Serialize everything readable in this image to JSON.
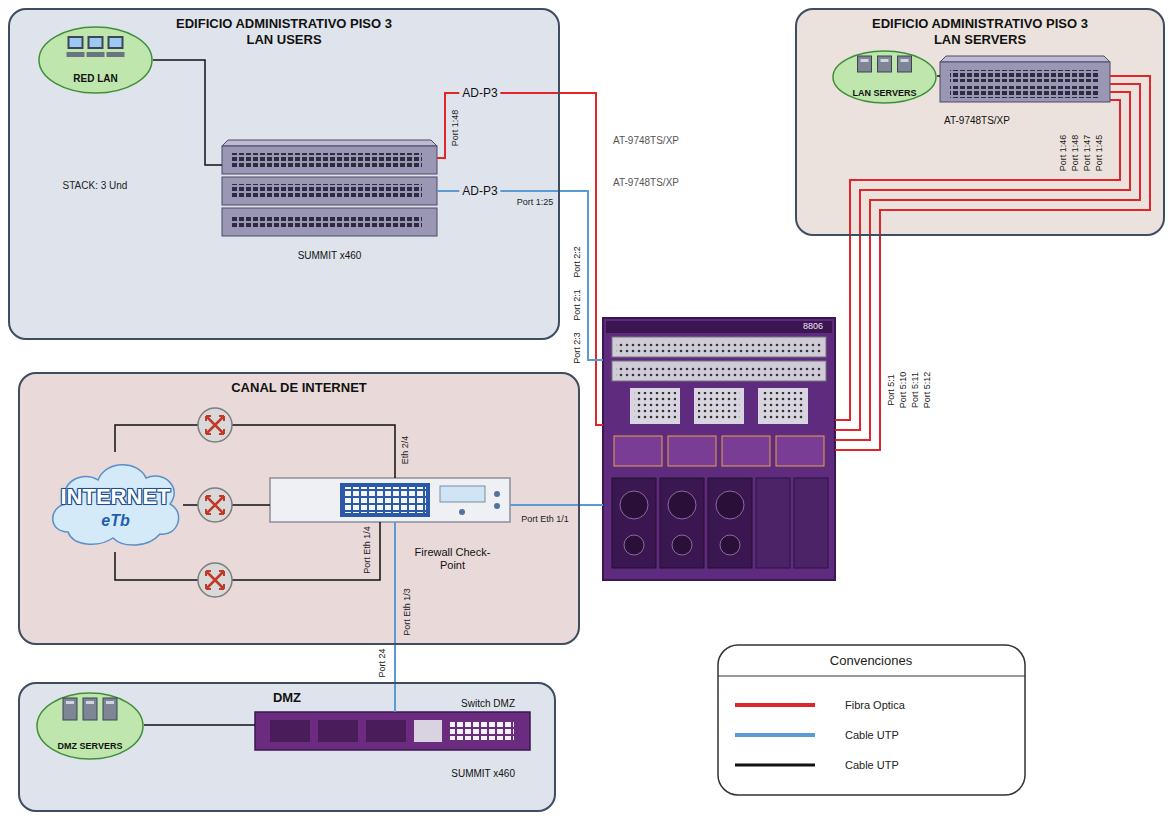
{
  "diagram": {
    "nodes": [
      {
        "text": [
          "EDIFICIO ADMINISTRATIVO PISO 3",
          "LAN USERS"
        ]
      },
      {
        "text": [
          "RED LAN"
        ],
        "in": 0
      },
      {
        "text": [
          "SUMMIT x460"
        ],
        "in": 0
      },
      {
        "text": [
          "EDIFICIO ADMINISTRATIVO PISO 3",
          "LAN SERVERS"
        ]
      },
      {
        "text": [
          "LAN SERVERS"
        ],
        "in": 3
      },
      {
        "text": [
          "AT-9748TS/XP"
        ],
        "in": 3
      },
      {
        "text": [
          "CANAL DE INTERNET"
        ]
      },
      {
        "text": [
          "INTERNET",
          "eTb"
        ],
        "in": 6
      },
      {
        "text": [
          "Firewall Check-Point"
        ],
        "in": 6
      },
      {
        "text": [
          "DMZ"
        ]
      },
      {
        "text": [
          "DMZ SERVERS"
        ],
        "in": 9
      },
      {
        "text": [
          "Switch DMZ",
          "SUMMIT x460"
        ],
        "in": 9
      },
      {
        "text": [
          "8806"
        ]
      }
    ],
    "edges": [
      {
        "from": 1,
        "to": 2,
        "arrow": "none"
      },
      {
        "from": 2,
        "to": 12,
        "label": "AD-P3",
        "arrow": "none"
      },
      {
        "from": 2,
        "to": 12,
        "label": "AD-P3",
        "arrow": "none"
      },
      {
        "from": 4,
        "to": 5,
        "arrow": "none"
      },
      {
        "from": 5,
        "to": 12,
        "arrow": "none"
      },
      {
        "from": 5,
        "to": 12,
        "arrow": "none"
      },
      {
        "from": 5,
        "to": 12,
        "arrow": "none"
      },
      {
        "from": 5,
        "to": 12,
        "arrow": "none"
      },
      {
        "from": 8,
        "to": 12,
        "arrow": "none"
      },
      {
        "from": 8,
        "to": 11,
        "arrow": "none"
      },
      {
        "from": 10,
        "to": 11,
        "arrow": "none"
      }
    ],
    "labels": [
      "STACK: 3 Und",
      "Port 1:48",
      "Port 1:25",
      "AT-9748TS/XP",
      "AT-9748TS/XP",
      "Port 2:2",
      "Port 2:1",
      "Port 2:3",
      "Port 1:46",
      "Port 1:48",
      "Port 1:47",
      "Port 1:45",
      "Port 5:1",
      "Port 5:10",
      "Port 5:11",
      "Port 5:12",
      "Eth 2/4",
      "Port Eth 1/1",
      "Port Eth 1/4",
      "Port Eth 1/3",
      "Port 24",
      "Convenciones"
    ],
    "legend": [
      {
        "text": "Fibra Optica"
      },
      {
        "text": "Cable UTP"
      },
      {
        "text": "Cable UTP"
      }
    ]
  }
}
